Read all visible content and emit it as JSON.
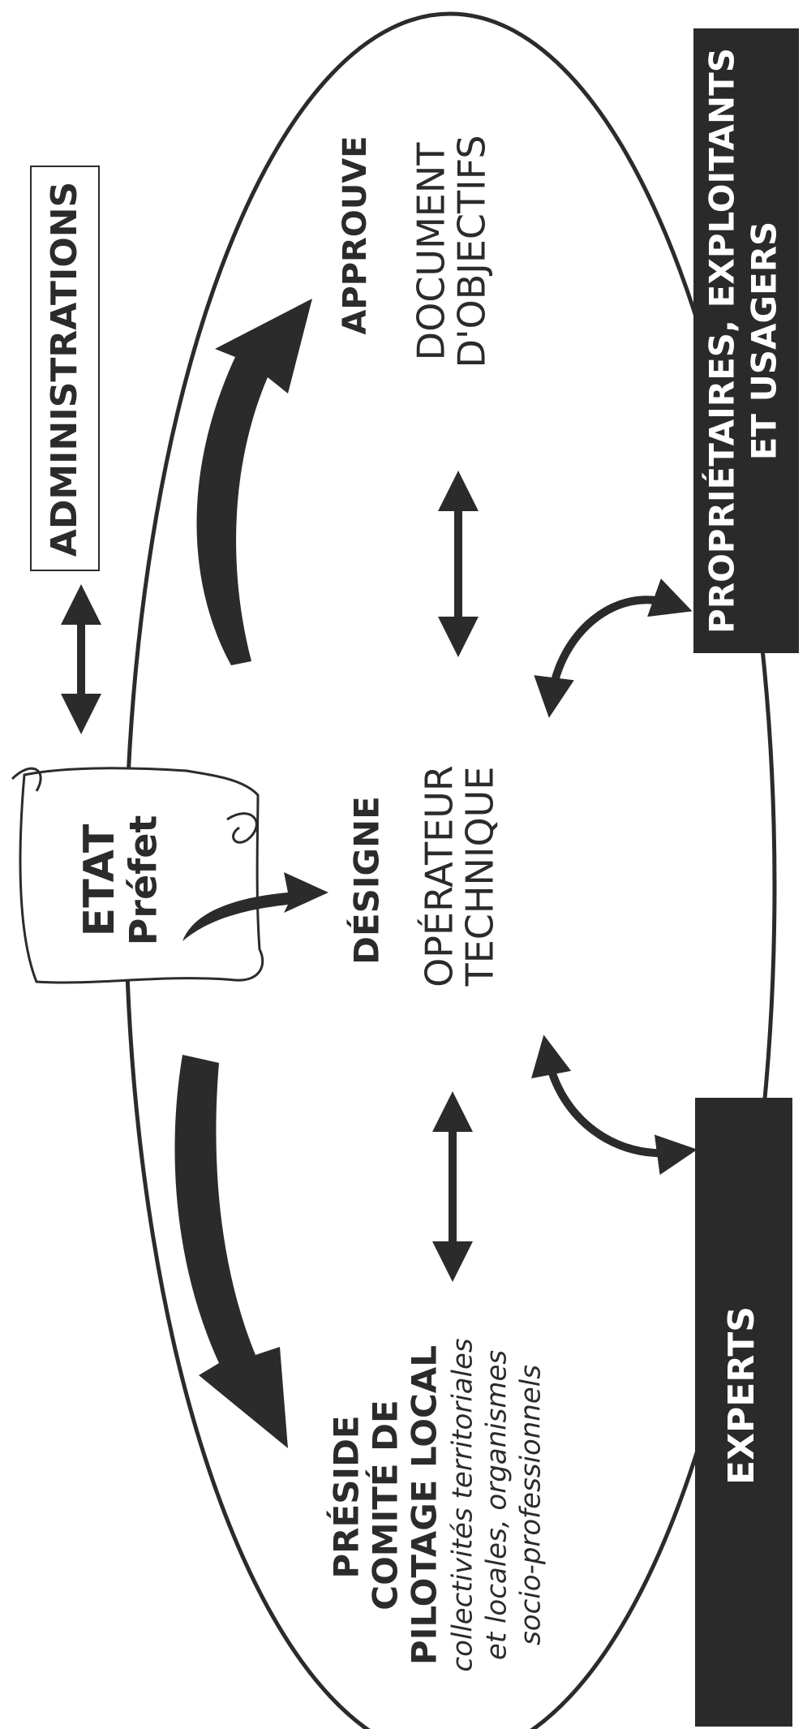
{
  "nodes": {
    "administrations": "ADMINISTRATIONS",
    "etat": "ETAT",
    "prefet": "Préfet",
    "designe": "DÉSIGNE",
    "operateur_line1": "OPÉRATEUR",
    "operateur_line2": "TECHNIQUE",
    "approuve": "APPROUVE",
    "document_line1": "DOCUMENT",
    "document_line2": "D'OBJECTIFS",
    "proprietaires_line1": "PROPRIÉTAIRES, EXPLOITANTS",
    "proprietaires_line2": "ET USAGERS",
    "experts": "EXPERTS",
    "preside": "PRÉSIDE",
    "comite_line1": "COMITÉ DE",
    "comite_line2": "PILOTAGE LOCAL",
    "comite_detail1": "collectivités territoriales",
    "comite_detail2": "et locales, organismes",
    "comite_detail3": "socio-professionnels"
  },
  "colors": {
    "ink": "#2b2b2b",
    "dark_box": "#2a2a2a",
    "box_text": "#ffffff",
    "background": "#ffffff"
  }
}
